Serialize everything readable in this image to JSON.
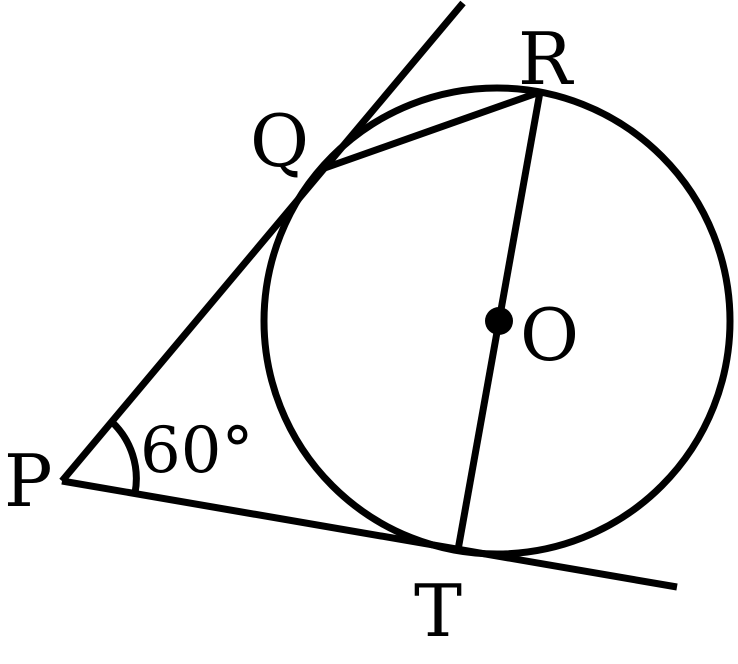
{
  "labels": {
    "P": "P",
    "Q": "Q",
    "R": "R",
    "O": "O",
    "T": "T"
  },
  "angle": {
    "text": "60°"
  },
  "colors": {
    "ink": "#000000",
    "background": "#ffffff"
  }
}
